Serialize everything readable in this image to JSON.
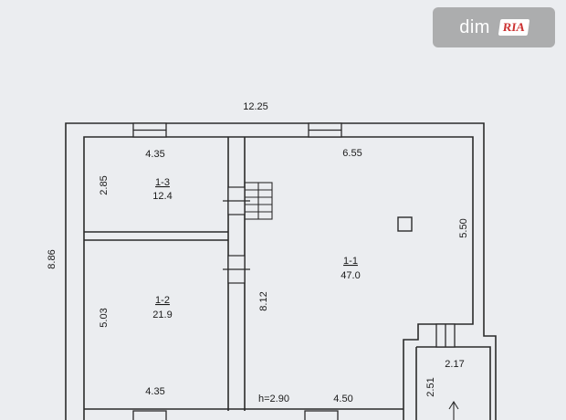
{
  "watermark": {
    "text": "dim",
    "logo": "RIA"
  },
  "dimensions": {
    "overall_width": "12.25",
    "overall_depth": "8.86",
    "ceiling_height": "h=2.90"
  },
  "rooms": [
    {
      "id": "1-1",
      "area": "47.0",
      "width_top": "6.55",
      "width_bottom": "4.50",
      "height_right": "5.50",
      "height_left": "8.12"
    },
    {
      "id": "1-2",
      "area": "21.9",
      "width": "4.35",
      "height": "5.03"
    },
    {
      "id": "1-3",
      "area": "12.4",
      "width": "4.35",
      "height": "2.85"
    },
    {
      "id": "porch",
      "width": "2.17",
      "height": "2.51"
    }
  ],
  "colors": {
    "wall": "#2b2b2b",
    "paper": "#ebedf0",
    "watermark_bg": "#7a7a7a"
  }
}
